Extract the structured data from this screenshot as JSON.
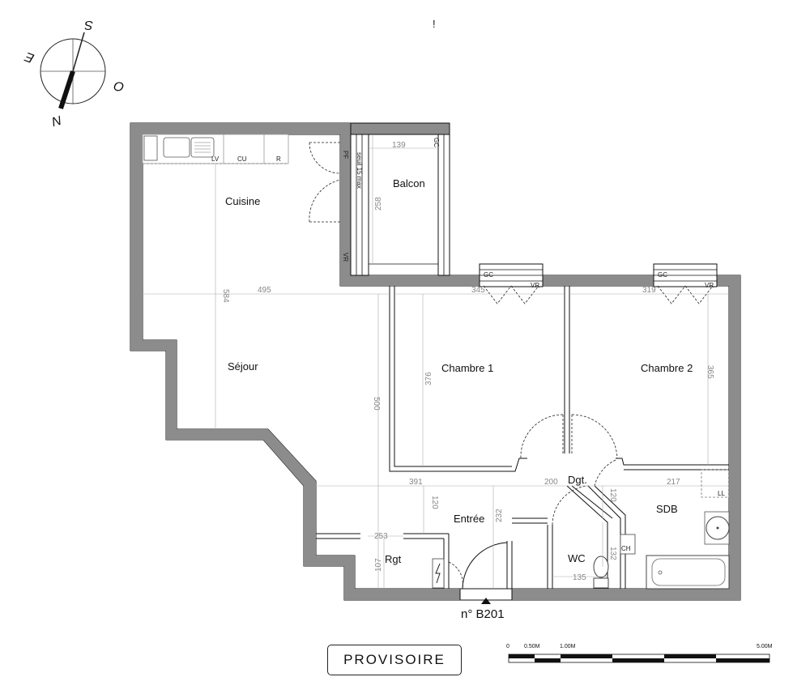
{
  "compass": {
    "south": "S",
    "east": "E",
    "west": "O",
    "north": "N"
  },
  "top_mark": "!",
  "rooms": {
    "cuisine": "Cuisine",
    "sejour": "Séjour",
    "balcon": "Balcon",
    "chambre1": "Chambre 1",
    "chambre2": "Chambre 2",
    "dgt": "Dgt.",
    "entree": "Entrée",
    "sdb": "SDB",
    "rgt": "Rgt",
    "wc": "WC"
  },
  "fixtures": {
    "lv": "LV",
    "cu": "CU",
    "r": "R",
    "pf": "PF",
    "seuil": "seuil 15 max",
    "gc": "GC",
    "vr": "VR",
    "ll": "LL",
    "ch": "CH"
  },
  "dimensions": {
    "d139": "139",
    "d258": "258",
    "d584": "584",
    "d495": "495",
    "d345": "345",
    "d319": "319",
    "d376": "376",
    "d365": "365",
    "d500": "500",
    "d391": "391",
    "d200": "200",
    "d217": "217",
    "d120a": "120",
    "d120b": "120",
    "d253": "253",
    "d232": "232",
    "d107": "107",
    "d132": "132",
    "d135": "135"
  },
  "lot_number": "n° B201",
  "status_label": "PROVISOIRE",
  "scale": {
    "l0": "0",
    "l05": "0.50M",
    "l1": "1.00M",
    "l5": "5.00M"
  }
}
